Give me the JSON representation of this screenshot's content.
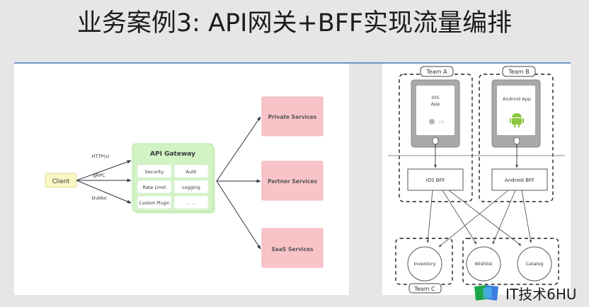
{
  "title": "业务案例3: API网关+BFF实现流量编排",
  "left_diagram": {
    "client": "Client",
    "protocols": [
      "HTTP(s)",
      "gRPC",
      "Dubbo"
    ],
    "gateway": {
      "title": "API Gateway",
      "plugins": [
        "Security",
        "Auth",
        "Rate Limit",
        "Logging",
        "Custom Plugin",
        "... ..."
      ]
    },
    "services": [
      "Private Services",
      "Partner Services",
      "SaaS Services"
    ],
    "colors": {
      "client_fill": "#fbf7c4",
      "gateway_fill": "#d2f3c4",
      "service_fill": "#f8c4c8",
      "arrow": "#2d3142"
    }
  },
  "right_diagram": {
    "teams": [
      "Team A",
      "Team B",
      "Team C"
    ],
    "apps": [
      {
        "label_line1": "iOS",
        "label_line2": "App",
        "platform_icon": "apple-ios-icon",
        "platform_label": "iOS"
      },
      {
        "label_line1": "Android App",
        "label_line2": "",
        "platform_icon": "android-icon"
      }
    ],
    "bffs": [
      "iOS BFF",
      "Android BFF"
    ],
    "services": [
      "Inventory",
      "Wishlist",
      "Catalog"
    ]
  },
  "watermark": {
    "text": "IT技术6HU",
    "icon": "book-logo-icon"
  }
}
